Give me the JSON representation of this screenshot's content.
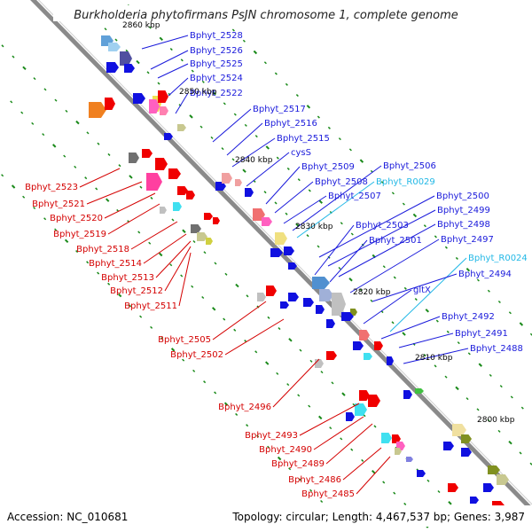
{
  "title": "Burkholderia phytofirmans PsJN chromosome 1, complete genome",
  "accession_text": "Accession: NC_010681",
  "topology_text": "Topology: circular; Length: 4,467,537 bp; Genes: 3,987",
  "colors": {
    "forward_label": "#1a1adb",
    "reverse_label": "#d40000",
    "rna_label": "#22b8e6",
    "backbone": "#808080",
    "tick": "#1a8a1a"
  },
  "kbp_marks": [
    "2860 kbp",
    "2850 kbp",
    "2840 kbp",
    "2830 kbp",
    "2820 kbp",
    "2810 kbp",
    "2800 kbp"
  ],
  "forward_labels": [
    "Bphyt_2528",
    "Bphyt_2526",
    "Bphyt_2525",
    "Bphyt_2524",
    "Bphyt_2522",
    "Bphyt_2517",
    "Bphyt_2516",
    "Bphyt_2515",
    "cysS",
    "Bphyt_2509",
    "Bphyt_2508",
    "Bphyt_2507",
    "Bphyt_2506",
    "Bphyt_R0029",
    "Bphyt_2500",
    "Bphyt_2499",
    "Bphyt_2503",
    "Bphyt_2498",
    "Bphyt_2501",
    "Bphyt_2497",
    "Bphyt_R0024",
    "Bphyt_2494",
    "gltX",
    "Bphyt_2492",
    "Bphyt_2491",
    "Bphyt_2488"
  ],
  "reverse_labels": [
    "Bphyt_2523",
    "Bphyt_2521",
    "Bphyt_2520",
    "Bphyt_2519",
    "Bphyt_2518",
    "Bphyt_2514",
    "Bphyt_2513",
    "Bphyt_2512",
    "Bphyt_2511",
    "Bphyt_2505",
    "Bphyt_2502",
    "Bphyt_2496",
    "Bphyt_2493",
    "Bphyt_2490",
    "Bphyt_2489",
    "Bphyt_2486",
    "Bphyt_2485"
  ]
}
